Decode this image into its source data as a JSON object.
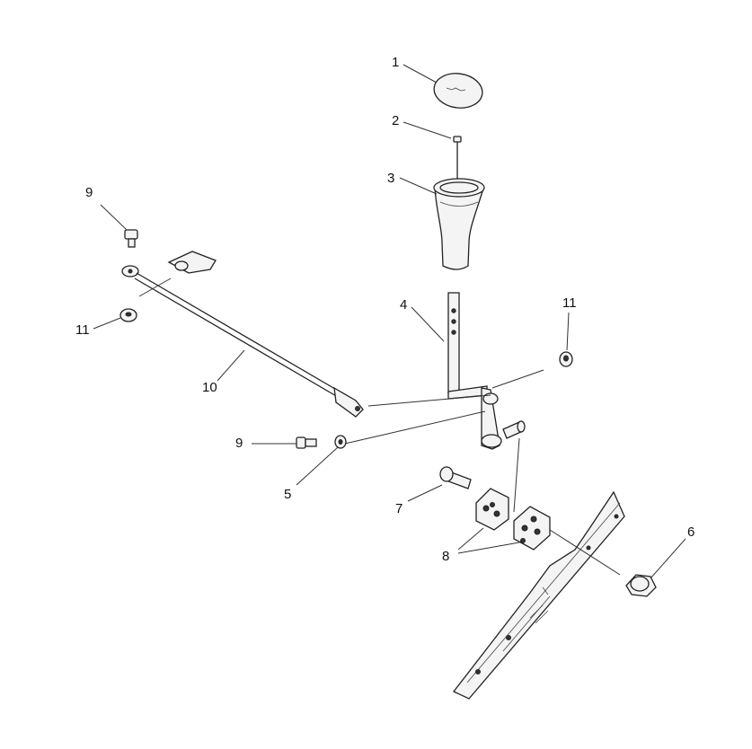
{
  "callouts": {
    "c1": "1",
    "c2": "2",
    "c3": "3",
    "c4": "4",
    "c5": "5",
    "c6": "6",
    "c7": "7",
    "c8": "8",
    "c9a": "9",
    "c9b": "9",
    "c10": "10",
    "c11a": "11",
    "c11b": "11"
  },
  "colors": {
    "background": "#ffffff",
    "ink": "#222222"
  }
}
